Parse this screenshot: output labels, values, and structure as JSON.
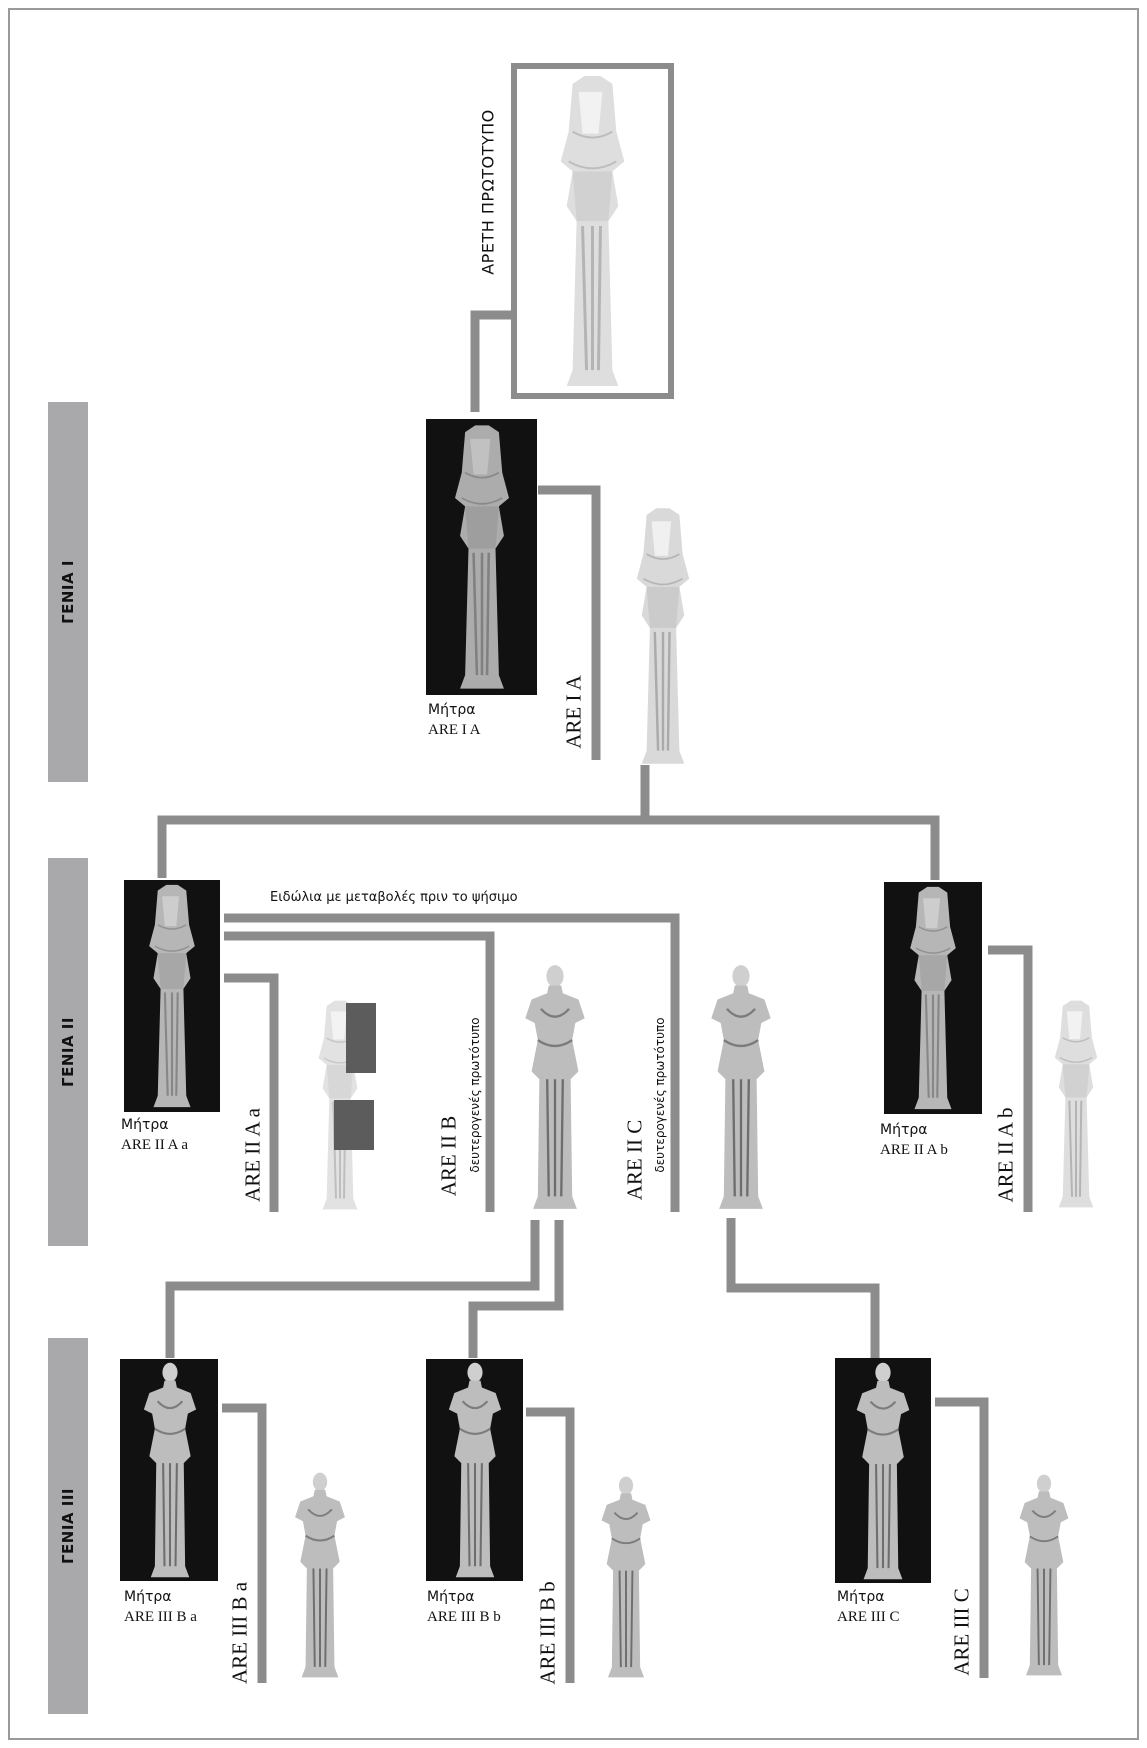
{
  "generations": {
    "gen1": "ΓΕΝΙΑ Ι",
    "gen2": "ΓΕΝΙΑ ΙΙ",
    "gen3": "ΓΕΝΙΑ ΙΙΙ"
  },
  "prototype": {
    "label": "ΑΡΕΤΗ ΠΡΩΤΟΤΥΠΟ"
  },
  "mould_word": "Μήτρα",
  "secondary_prototype": "δευτερογενές πρωτότυπο",
  "changes_note": "Ειδώλια με μεταβολές πριν το ψήσιμο",
  "moulds": {
    "are_i_a": "ARE I A",
    "are_ii_a_a": "ARE II A a",
    "are_ii_a_b": "ARE II A b",
    "are_iii_b_a": "ARE III B a",
    "are_iii_b_b": "ARE III B b",
    "are_iii_c": "ARE III C"
  },
  "figurines": {
    "are_i_a": "ARE I A",
    "are_ii_a_a": "ARE II A a",
    "are_ii_b": "ARE II B",
    "are_ii_c": "ARE II C",
    "are_ii_a_b": "ARE II A b",
    "are_iii_b_a": "ARE III B a",
    "are_iii_b_b": "ARE III B b",
    "are_iii_c": "ARE III C"
  },
  "colors": {
    "frame": "#9a9a9a",
    "connector": "#8c8c8c",
    "generation_bar": "#a9a9ab",
    "mould_background": "#111111",
    "statue_light": "#d6d6d6",
    "statue_dark": "#6a6a6a"
  }
}
